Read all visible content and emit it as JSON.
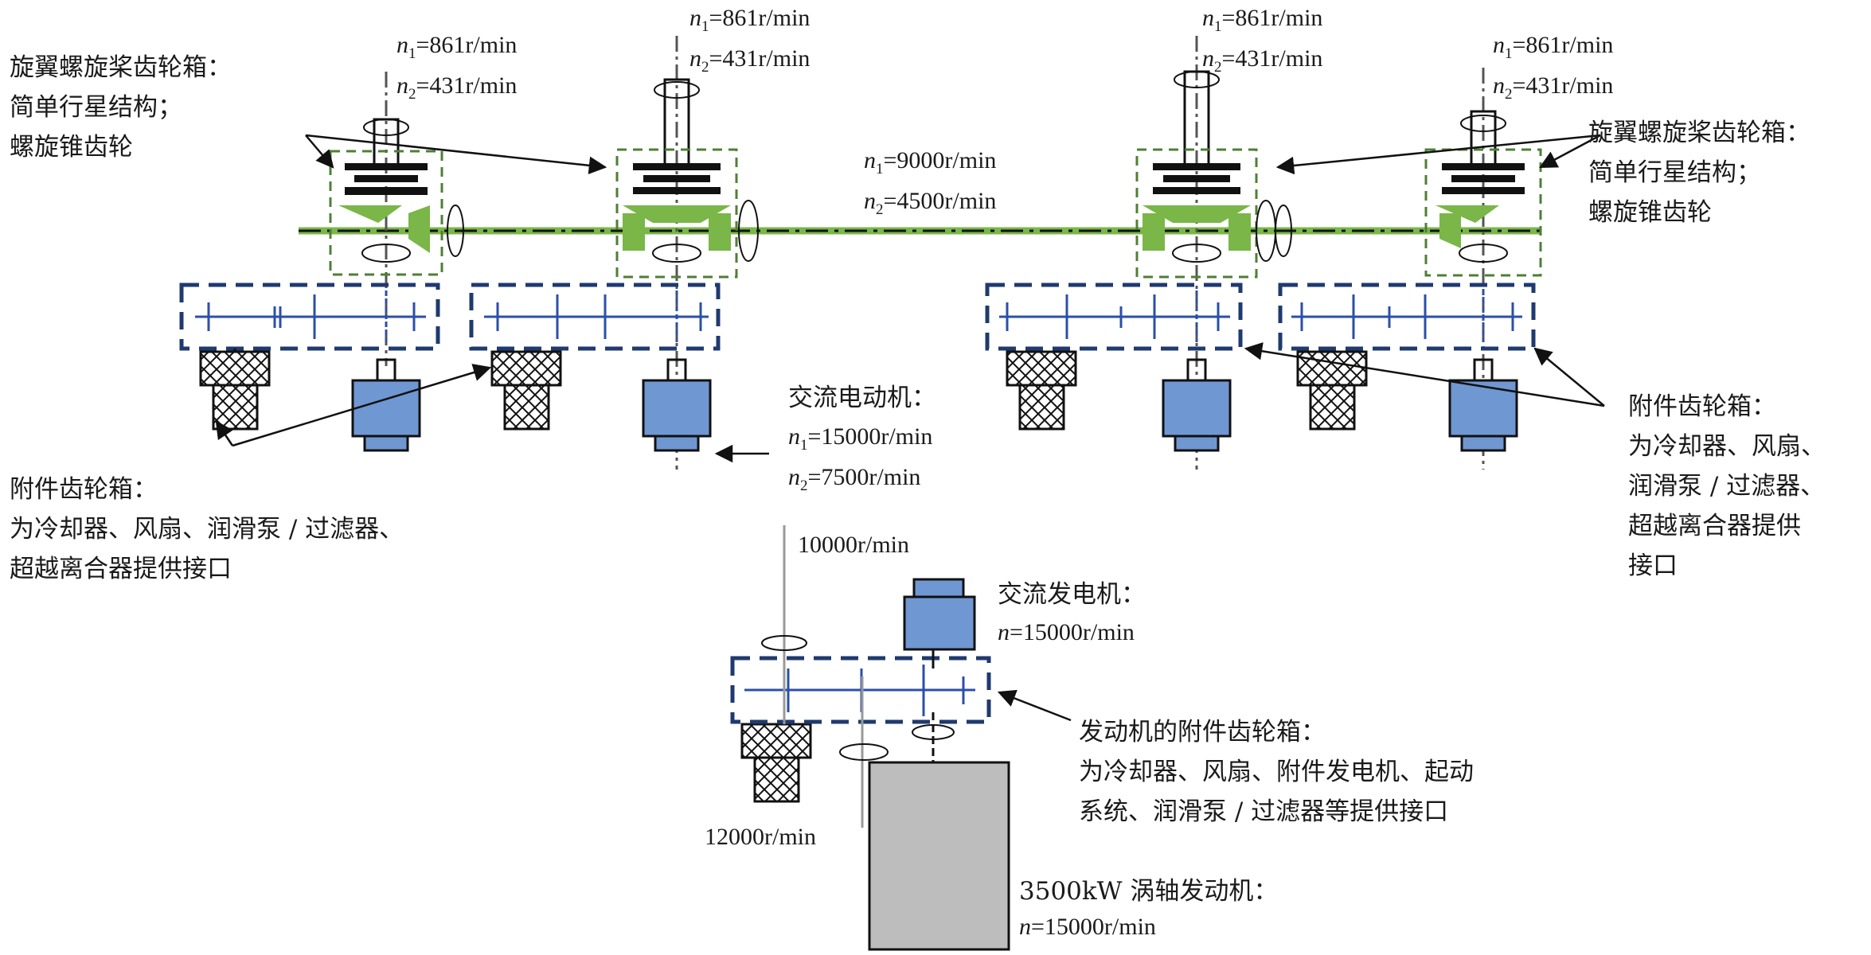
{
  "colors": {
    "green": "#7ab648",
    "green_dash": "#4f7f35",
    "navy_dash": "#1f3a6e",
    "blue_gear": "#2b4fa8",
    "motor_blue": "#6f97d2",
    "engine_gray": "#bdbdbd",
    "black": "#111111"
  },
  "rotor_gearbox_label_left": {
    "lines": [
      "旋翼螺旋桨齿轮箱：",
      "简单行星结构；",
      "螺旋锥齿轮"
    ]
  },
  "rotor_gearbox_label_right": {
    "lines": [
      "旋翼螺旋桨齿轮箱：",
      "简单行星结构；",
      "螺旋锥齿轮"
    ]
  },
  "rotor_speeds": [
    {
      "n1": "=861r/min",
      "n2": "=431r/min"
    },
    {
      "n1": "=861r/min",
      "n2": "=431r/min"
    },
    {
      "n1": "=861r/min",
      "n2": "=431r/min"
    },
    {
      "n1": "=861r/min",
      "n2": "=431r/min"
    }
  ],
  "cross_shaft_speed": {
    "n1": "=9000r/min",
    "n2": "=4500r/min"
  },
  "accessory_gearbox_label_left": {
    "lines": [
      "附件齿轮箱：",
      "为冷却器、风扇、润滑泵 / 过滤器、",
      "超越离合器提供接口"
    ]
  },
  "accessory_gearbox_label_right": {
    "lines": [
      "附件齿轮箱：",
      "为冷却器、风扇、",
      "润滑泵 / 过滤器、",
      "超越离合器提供",
      "接口"
    ]
  },
  "ac_motor": {
    "title": "交流电动机：",
    "n1": "=15000r/min",
    "n2": "=7500r/min"
  },
  "ac_generator": {
    "title": "交流发电机：",
    "n": "=15000r/min"
  },
  "engine_accessory_gearbox": {
    "lines": [
      "发动机的附件齿轮箱：",
      "为冷却器、风扇、附件发电机、起动",
      "系统、润滑泵 / 过滤器等提供接口"
    ]
  },
  "engine": {
    "title": "3500kW 涡轴发动机：",
    "n": "=15000r/min"
  },
  "shaft_speed_top": "10000r/min",
  "shaft_speed_bottom": "12000r/min",
  "symbols": {
    "n": "n",
    "n1_sub": "1",
    "n2_sub": "2"
  }
}
